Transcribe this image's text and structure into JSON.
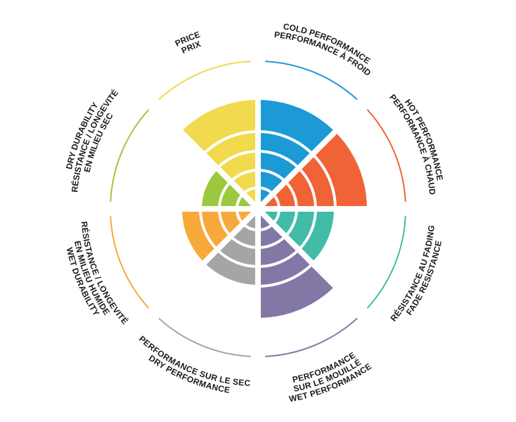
{
  "chart_data": {
    "type": "radial",
    "rings_max": 5,
    "segments": [
      {
        "id": "cold",
        "level": 5,
        "color": "#1b9ad6",
        "labels": [
          "COLD PERFORMANCE",
          "PERFORMANCE À FROID"
        ]
      },
      {
        "id": "hot",
        "level": 5,
        "color": "#ef6337",
        "labels": [
          "HOT PERFORMANCE",
          "PERFORMANCE À CHAUD"
        ]
      },
      {
        "id": "fade",
        "level": 4,
        "color": "#42bca6",
        "labels": [
          "RÉSISTANCE AU FADING",
          "FADE RESISTANCE"
        ]
      },
      {
        "id": "wet-perf",
        "level": 5,
        "color": "#8378a5",
        "labels": [
          "PERFORMANCE",
          "SUR LE MOUILLÉ",
          "WET PERFORMANCE"
        ]
      },
      {
        "id": "dry-perf",
        "level": 4,
        "color": "#a5a5a5",
        "labels": [
          "PERFORMANCE SUR LE SEC",
          "DRY PERFORMANCE"
        ]
      },
      {
        "id": "wet-dur",
        "level": 4,
        "color": "#f8a93b",
        "labels": [
          "RÉSISTANCE / LONGEVITÉ",
          "EN MILIEU HUMIDE",
          "WET DURABILITY"
        ]
      },
      {
        "id": "dry-dur",
        "level": 3,
        "color": "#9cc83f",
        "labels": [
          "DRY DURABILITY",
          "RÉSISTANCE / LONGEVITÉ",
          "EN MILIEU SEC"
        ]
      },
      {
        "id": "price",
        "level": 5,
        "color": "#f1da4d",
        "labels": [
          "PRICE",
          "PRIX"
        ]
      }
    ]
  }
}
